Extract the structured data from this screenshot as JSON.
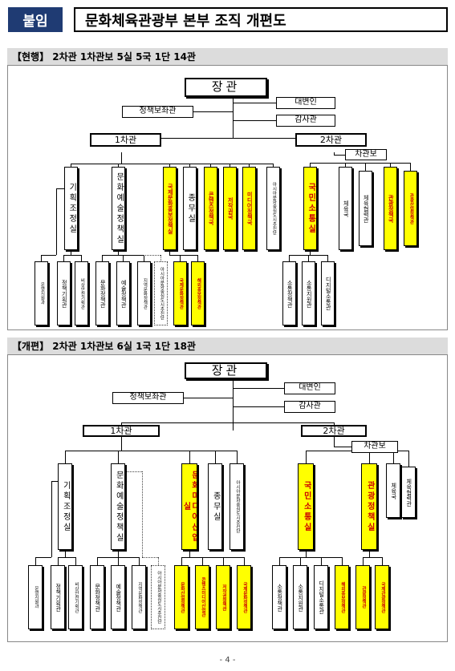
{
  "header": {
    "tag": "붙임",
    "title": "문화체육관광부 본부 조직 개편도"
  },
  "current": {
    "heading": "【현행】 2차관 1차관보 5실 5국 1단 14관",
    "minister": "장관",
    "policy_aide": "정책보좌관",
    "spokesperson": "대변인",
    "audit": "감사관",
    "vice1": "1차관",
    "vice2": "2차관",
    "assistant": "차관보",
    "v1_offices": [
      "기획조정실",
      "문화예술정책실",
      "국제문화홍보정책실",
      "종무실",
      "콘텐츠정책국",
      "저작권국",
      "미디어정책국",
      "아시아문화중심도시추진단"
    ],
    "v2_offices": [
      "국민소통실",
      "체육국",
      "체육협력관",
      "관광정책국",
      "관광산업정책관"
    ],
    "bureaus": [
      "운영지원과",
      "정책기획관",
      "비상안전기획관",
      "문화정책관",
      "예술정책관",
      "지역문화정책관",
      "아시아문화중심도시추진단",
      "국제문화정책관",
      "해외홍보정책관",
      "소통정책관",
      "소통지원관",
      "디지털소통관"
    ]
  },
  "revised": {
    "heading": "【개편】 2차관 1차관보 6실 1국 1단 18관",
    "minister": "장관",
    "policy_aide": "정책보좌관",
    "spokesperson": "대변인",
    "audit": "감사관",
    "vice1": "1차관",
    "vice2": "2차관",
    "assistant": "차관보",
    "v1_offices": [
      "기획조정실",
      "문화예술정책실",
      "문화미디어산업실",
      "종무실",
      "아시아문화중심도시추진단"
    ],
    "v2_offices": [
      "국민소통실",
      "관광정책실",
      "체육국",
      "체육협력관"
    ],
    "bureaus": [
      "운영지원과",
      "정책기획관",
      "비상안전기획관",
      "문화정책관",
      "예술정책관",
      "지역문화정책관",
      "아시아문화중심도시추진단",
      "문화산업정책관",
      "콘텐츠미디어산업관",
      "저작권정책관",
      "국제문화정책관",
      "소통정책관",
      "소통지원관",
      "디지털소통관",
      "해외홍보정책관",
      "관광정책관",
      "국제관광정책관"
    ]
  },
  "page_number": "- 4 -"
}
